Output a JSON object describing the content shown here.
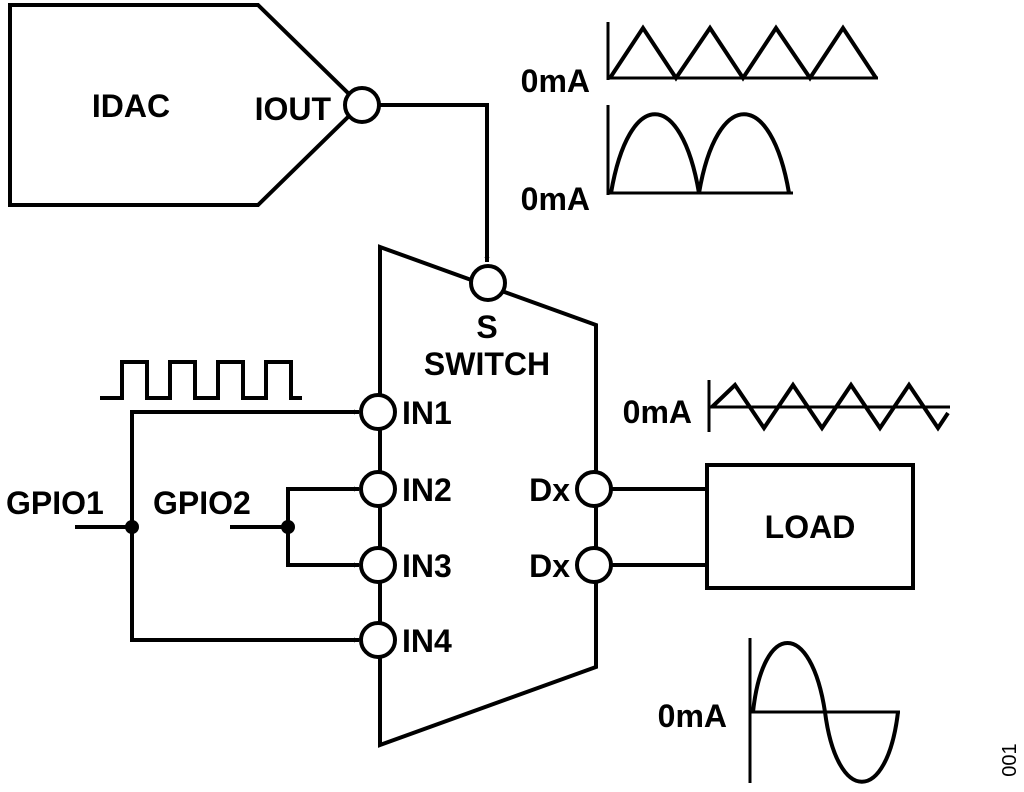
{
  "idac": {
    "name": "IDAC",
    "output_pin": "IOUT"
  },
  "switch": {
    "common_pin": "S",
    "title": "SWITCH"
  },
  "inputs": [
    "IN1",
    "IN2",
    "IN3",
    "IN4"
  ],
  "drains": [
    "Dx",
    "Dx"
  ],
  "gpio": [
    "GPIO1",
    "GPIO2"
  ],
  "load": {
    "name": "LOAD"
  },
  "waveforms": {
    "triangle_unipolar": {
      "zero_label": "0mA"
    },
    "rectified_sine": {
      "zero_label": "0mA"
    },
    "triangle_bipolar": {
      "zero_label": "0mA"
    },
    "sine": {
      "zero_label": "0mA"
    }
  },
  "figure_number": "001"
}
